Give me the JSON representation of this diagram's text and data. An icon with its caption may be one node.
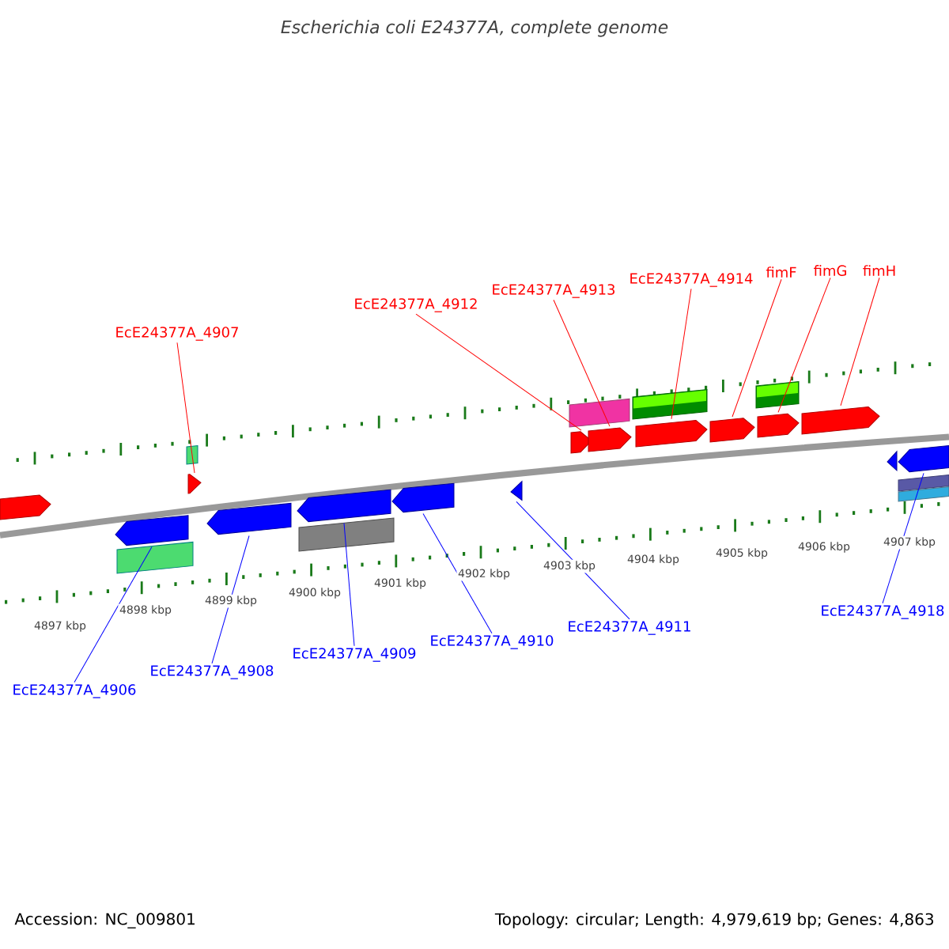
{
  "diagram": {
    "title": "Escherichia coli E24377A, complete genome",
    "nodes": [
      {
        "text": [
          "EcE24377A_4907"
        ]
      },
      {
        "text": [
          "EcE24377A_4912"
        ]
      },
      {
        "text": [
          "EcE24377A_4913"
        ]
      },
      {
        "text": [
          "EcE24377A_4914"
        ]
      },
      {
        "text": [
          "fimF"
        ]
      },
      {
        "text": [
          "fimG"
        ]
      },
      {
        "text": [
          "fimH"
        ]
      },
      {
        "text": [
          "EcE24377A_4906"
        ]
      },
      {
        "text": [
          "EcE24377A_4908"
        ]
      },
      {
        "text": [
          "EcE24377A_4909"
        ]
      },
      {
        "text": [
          "EcE24377A_4910"
        ]
      },
      {
        "text": [
          "EcE24377A_4911"
        ]
      },
      {
        "text": [
          "EcE24377A_4918"
        ]
      },
      {
        "text": [],
        "shape": "pentagon"
      },
      {
        "text": [],
        "shape": "pentagon"
      },
      {
        "text": [],
        "shape": "pentagon"
      },
      {
        "text": [],
        "shape": "pentagon"
      },
      {
        "text": [],
        "shape": "pentagon"
      },
      {
        "text": [],
        "shape": "pentagon"
      },
      {
        "text": [],
        "shape": "pentagon"
      },
      {
        "text": [],
        "shape": "pentagon"
      },
      {
        "text": [],
        "shape": "pentagon"
      },
      {
        "text": [],
        "shape": "pentagon"
      },
      {
        "text": [],
        "shape": "pentagon"
      },
      {
        "text": [],
        "shape": "pentagon"
      },
      {
        "text": [],
        "shape": "pentagon"
      },
      {
        "text": [],
        "shape": "pentagon"
      },
      {
        "text": [],
        "shape": "pentagon"
      }
    ],
    "edges": [
      {
        "from": 0,
        "to": 14,
        "arrow": "none"
      },
      {
        "from": 1,
        "to": 15,
        "arrow": "none"
      },
      {
        "from": 2,
        "to": 16,
        "arrow": "none"
      },
      {
        "from": 3,
        "to": 17,
        "arrow": "none"
      },
      {
        "from": 4,
        "to": 18,
        "arrow": "none"
      },
      {
        "from": 5,
        "to": 19,
        "arrow": "none"
      },
      {
        "from": 6,
        "to": 20,
        "arrow": "none"
      },
      {
        "from": 7,
        "to": 21,
        "arrow": "none",
        "color": "#0000ff"
      },
      {
        "from": 8,
        "to": 22,
        "arrow": "none",
        "color": "#0000ff"
      },
      {
        "from": 9,
        "to": 23,
        "arrow": "none",
        "color": "#0000ff"
      },
      {
        "from": 10,
        "to": 24,
        "arrow": "none",
        "color": "#0000ff"
      },
      {
        "from": 11,
        "to": 25,
        "arrow": "none",
        "color": "#0000ff"
      },
      {
        "from": 12,
        "to": 27,
        "arrow": "none",
        "color": "#0000ff"
      }
    ],
    "labels": [
      "4897 kbp",
      "4898 kbp",
      "4899 kbp",
      "4900 kbp",
      "4901 kbp",
      "4902 kbp",
      "4903 kbp",
      "4904 kbp",
      "4905 kbp",
      "4906 kbp",
      "4907 kbp",
      "Accession: NC_009801",
      "Topology: circular; Length: 4,979,619 bp; Genes: 4,863"
    ]
  }
}
